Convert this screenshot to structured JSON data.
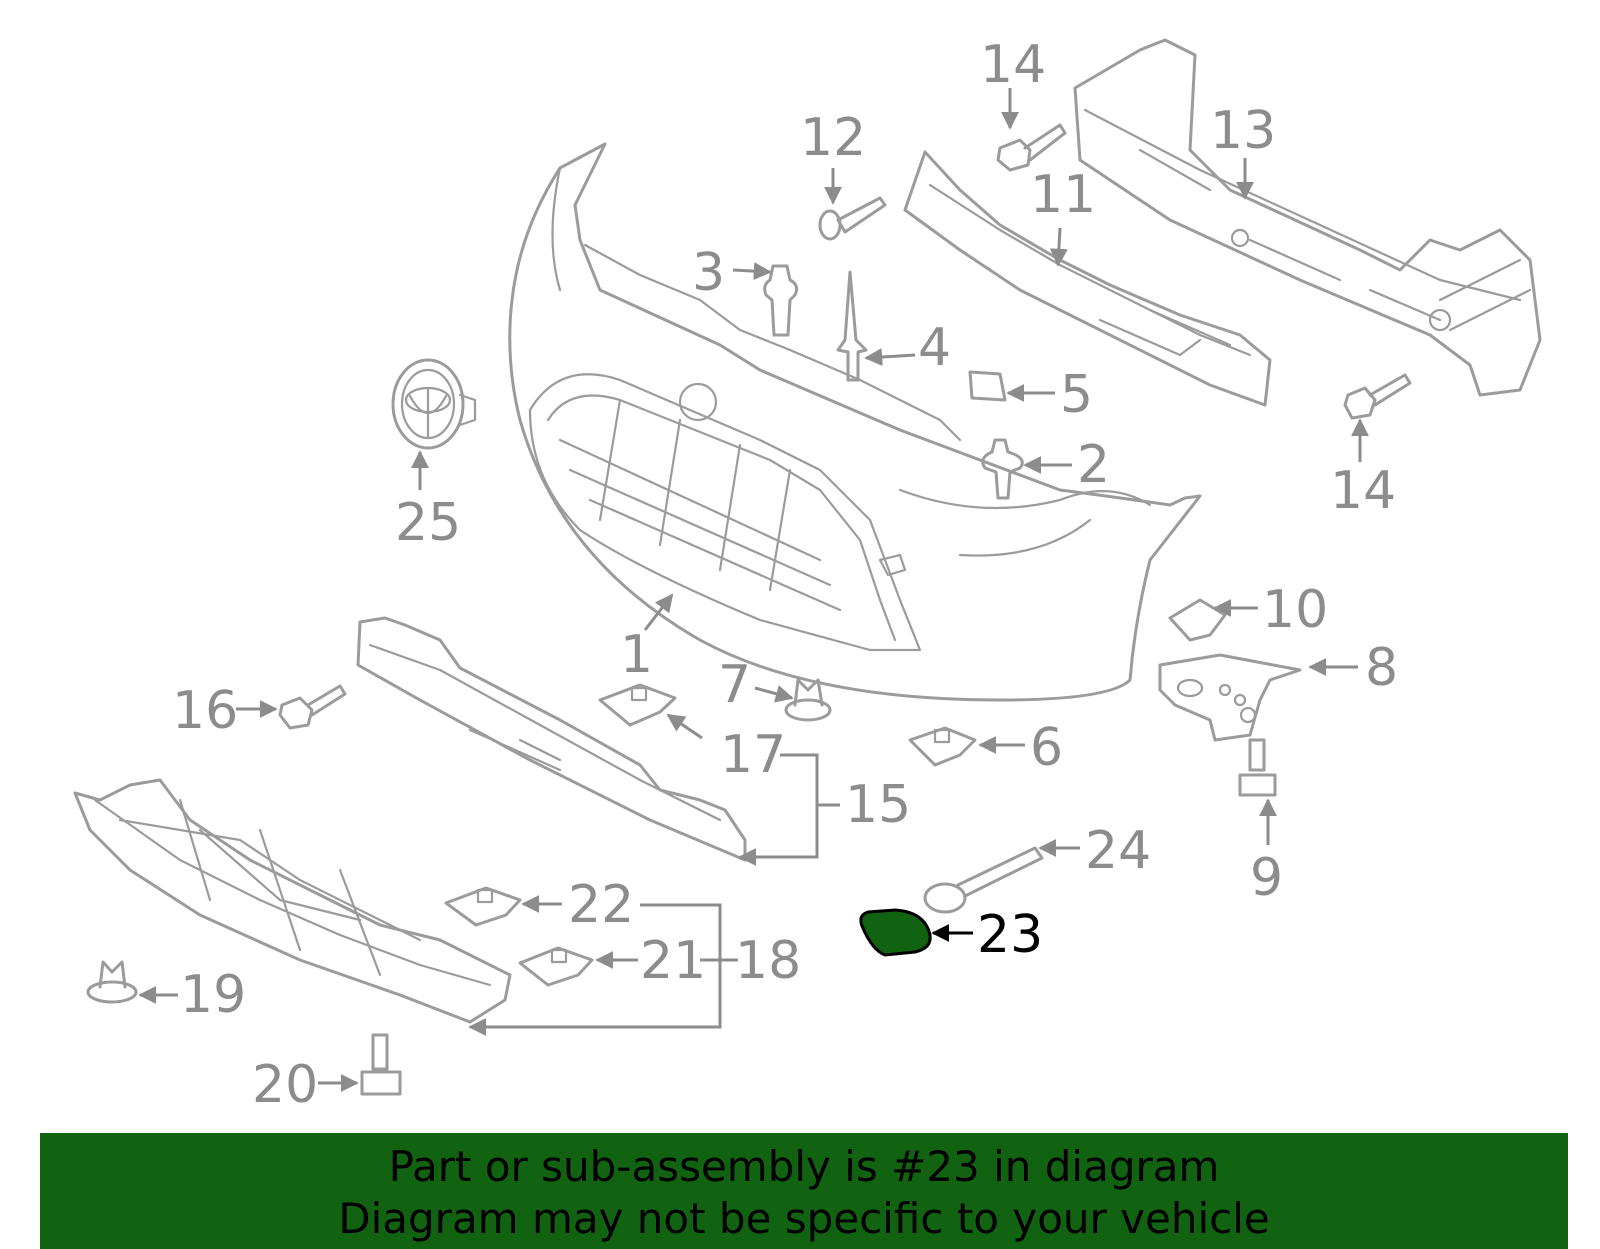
{
  "callouts": {
    "c1": "1",
    "c2": "2",
    "c3": "3",
    "c4": "4",
    "c5": "5",
    "c6": "6",
    "c7": "7",
    "c8": "8",
    "c9": "9",
    "c10": "10",
    "c11": "11",
    "c12": "12",
    "c13": "13",
    "c14a": "14",
    "c14b": "14",
    "c15": "15",
    "c16": "16",
    "c17": "17",
    "c18": "18",
    "c19": "19",
    "c20": "20",
    "c21": "21",
    "c22": "22",
    "c23": "23",
    "c24": "24",
    "c25": "25"
  },
  "highlight": {
    "part": "23",
    "color": "#116311"
  },
  "banner": {
    "line1": "Part or sub-assembly is #23 in diagram",
    "line2": "Diagram may not be specific to your vehicle",
    "color": "#116311"
  }
}
